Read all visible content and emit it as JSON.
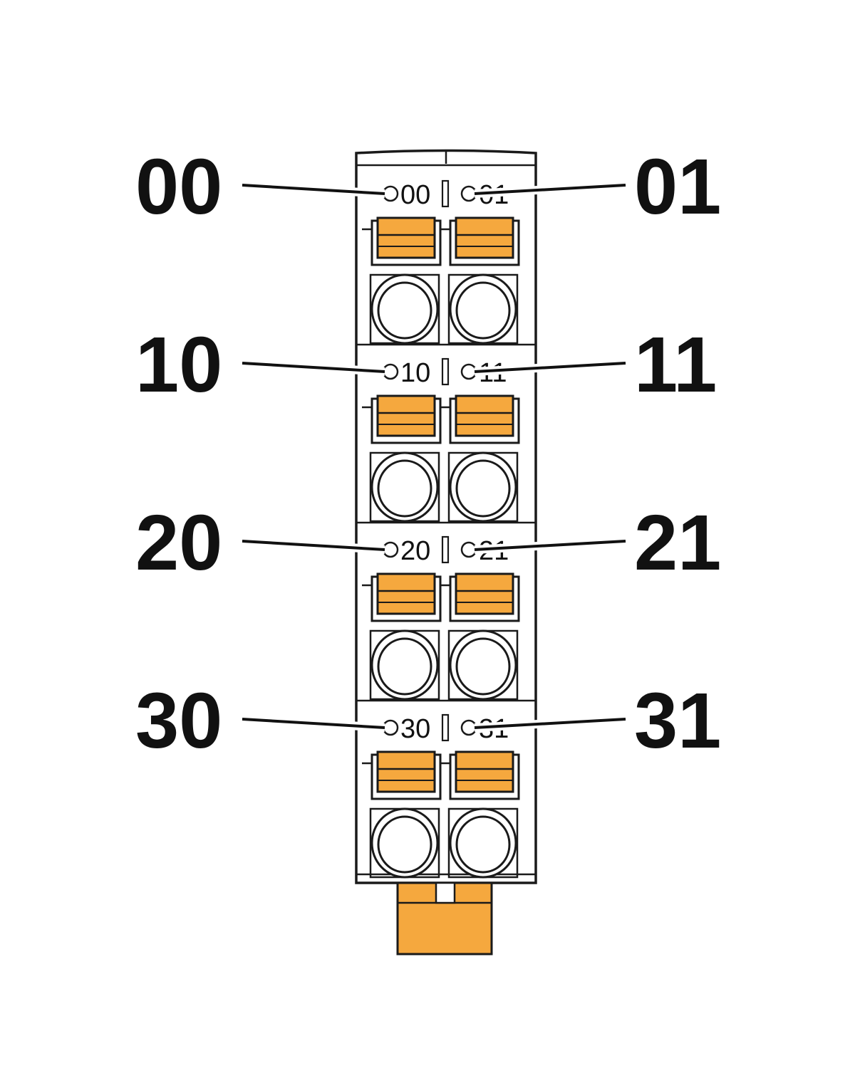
{
  "colors": {
    "push_button": "#f5a83e",
    "outline": "#1a1a1a",
    "background": "#ffffff"
  },
  "terminal_block": {
    "rows": [
      {
        "left": {
          "callout": "00",
          "marking": "00"
        },
        "right": {
          "callout": "01",
          "marking": "01"
        }
      },
      {
        "left": {
          "callout": "10",
          "marking": "10"
        },
        "right": {
          "callout": "11",
          "marking": "11"
        }
      },
      {
        "left": {
          "callout": "20",
          "marking": "20"
        },
        "right": {
          "callout": "21",
          "marking": "21"
        }
      },
      {
        "left": {
          "callout": "30",
          "marking": "30"
        },
        "right": {
          "callout": "31",
          "marking": "31"
        }
      }
    ]
  }
}
